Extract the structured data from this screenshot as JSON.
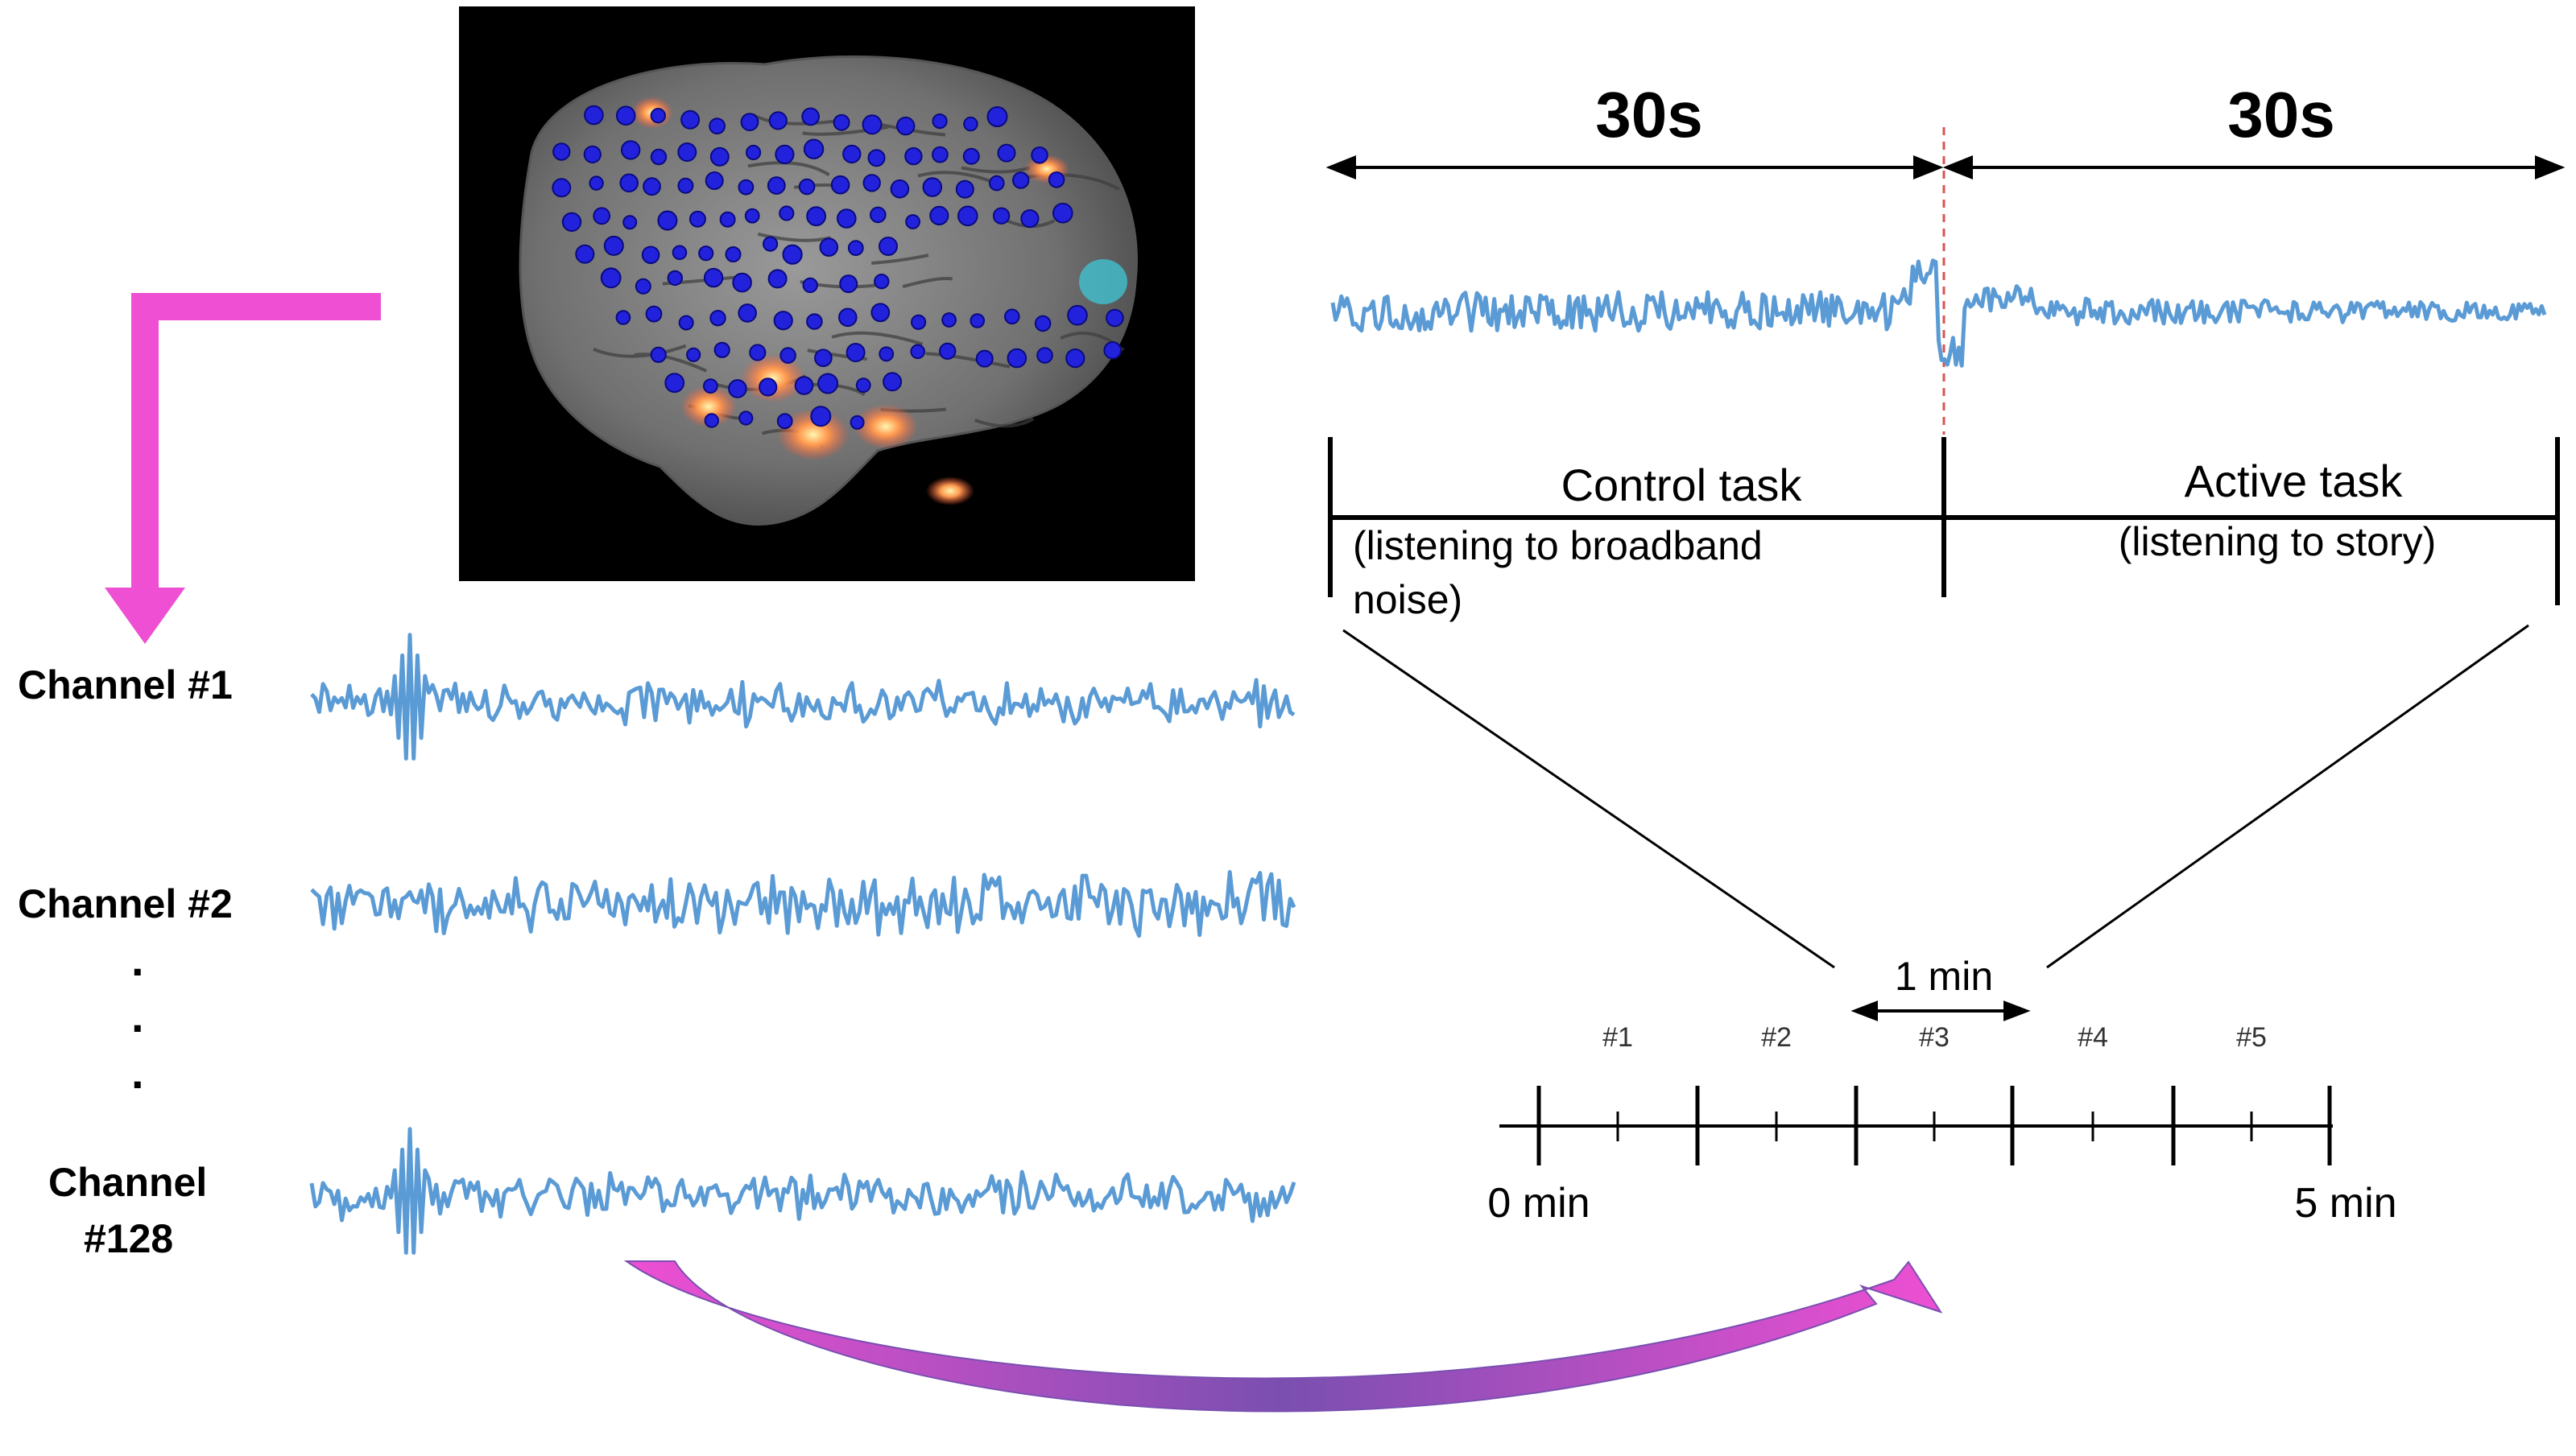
{
  "colors": {
    "signal": "#5b9bd5",
    "arrow_magenta": "#ee4fd3",
    "arrow_purple": "#7a4fb0",
    "brain_bg": "#000000",
    "electrode": "#2222dd",
    "divider": "#d9534f"
  },
  "channels": [
    {
      "label": "Channel #1",
      "seed": 11
    },
    {
      "label": "Channel #2",
      "seed": 27
    },
    {
      "label_line1": "Channel",
      "label_line2": "#128",
      "seed": 41
    }
  ],
  "ellipsis": ".",
  "top_panel": {
    "duration_left": "30s",
    "duration_right": "30s",
    "control_task": "Control task",
    "control_desc_line1": "(listening to broadband",
    "control_desc_line2": "noise)",
    "active_task": "Active task",
    "active_desc": "(listening to story)"
  },
  "timeline": {
    "interval_label": "1 min",
    "start_label": "0 min",
    "end_label": "5 min",
    "blocks": [
      "#1",
      "#2",
      "#3",
      "#4",
      "#5"
    ]
  },
  "icons": {
    "brain_image": "brain-electrode-map",
    "arrow_down": "magenta-elbow-arrow",
    "arrow_curved": "gradient-curved-arrow"
  }
}
